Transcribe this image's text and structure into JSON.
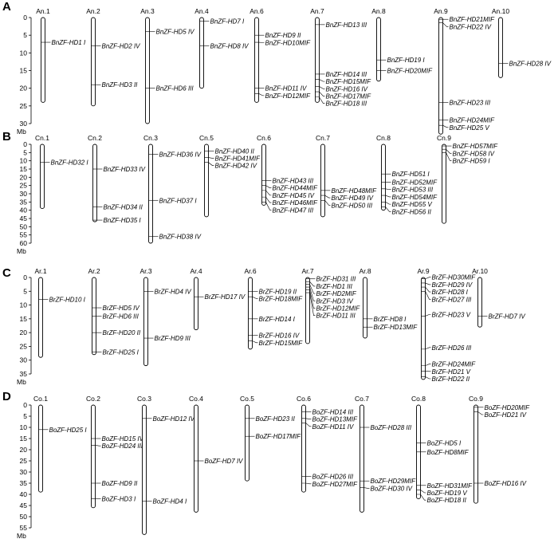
{
  "chart_data": [
    {
      "type": "diagram",
      "panel": "A",
      "axis_unit": "Mb",
      "ticks": [
        0,
        5,
        10,
        15,
        20,
        25,
        30
      ],
      "chromosomes": [
        {
          "name": "An.1",
          "length": 24,
          "genes": [
            {
              "name": "BnZF-HD1 I",
              "pos": 7
            }
          ]
        },
        {
          "name": "An.2",
          "length": 25,
          "genes": [
            {
              "name": "BnZF-HD2 IV",
              "pos": 8
            },
            {
              "name": "BnZF-HD3 II",
              "pos": 19
            }
          ]
        },
        {
          "name": "An.3",
          "length": 30,
          "genes": [
            {
              "name": "BnZF-HD5 IV",
              "pos": 4
            },
            {
              "name": "BnZF-HD6 III",
              "pos": 20
            }
          ]
        },
        {
          "name": "An.4",
          "length": 20,
          "genes": [
            {
              "name": "BnZF-HD7 I",
              "pos": 1
            },
            {
              "name": "BnZF-HD8 IV",
              "pos": 8
            }
          ]
        },
        {
          "name": "An.6",
          "length": 24,
          "genes": [
            {
              "name": "BnZF-HD9 II",
              "pos": 5
            },
            {
              "name": "BnZF-HD10MIF",
              "pos": 7
            },
            {
              "name": "BnZF-HD11 IV",
              "pos": 20
            },
            {
              "name": "BnZF-HD12MIF",
              "pos": 21.5
            }
          ]
        },
        {
          "name": "An.7",
          "length": 24,
          "genes": [
            {
              "name": "BnZF-HD13 III",
              "pos": 2
            },
            {
              "name": "BnZF-HD14 III",
              "pos": 16
            },
            {
              "name": "BnZF-HD15MIF",
              "pos": 17.5
            },
            {
              "name": "BnZF-HD16 IV",
              "pos": 19.5
            },
            {
              "name": "BnZF-HD17MIF",
              "pos": 21
            },
            {
              "name": "BnZF-HD18 III",
              "pos": 22.5
            }
          ]
        },
        {
          "name": "An.8",
          "length": 18,
          "genes": [
            {
              "name": "BnZF-HD19 I",
              "pos": 12
            },
            {
              "name": "BnZF-HD20MIF",
              "pos": 15
            }
          ]
        },
        {
          "name": "An.9",
          "length": 33,
          "genes": [
            {
              "name": "BnZF-HD21MIF",
              "pos": 0.5
            },
            {
              "name": "BnZF-HD22 IV",
              "pos": 1.5
            },
            {
              "name": "BnZF-HD23 III",
              "pos": 24
            },
            {
              "name": "BnZF-HD24MIF",
              "pos": 29
            },
            {
              "name": "BnZF-HD25 V",
              "pos": 30.5
            }
          ]
        },
        {
          "name": "An.10",
          "length": 17,
          "genes": [
            {
              "name": "BnZF-HD28 IV",
              "pos": 13
            }
          ]
        }
      ]
    },
    {
      "type": "diagram",
      "panel": "B",
      "axis_unit": "Mb",
      "ticks": [
        0,
        5,
        10,
        15,
        20,
        25,
        30,
        35,
        40,
        45,
        50,
        55,
        60
      ],
      "chromosomes": [
        {
          "name": "Cn.1",
          "length": 39,
          "genes": [
            {
              "name": "BnZF-HD32 I",
              "pos": 11
            }
          ]
        },
        {
          "name": "Cn.2",
          "length": 47,
          "genes": [
            {
              "name": "BnZF-HD33 IV",
              "pos": 15
            },
            {
              "name": "BnZF-HD34 II",
              "pos": 38
            },
            {
              "name": "BnZF-HD35 I",
              "pos": 46
            }
          ]
        },
        {
          "name": "Cn.3",
          "length": 60,
          "genes": [
            {
              "name": "BnZF-HD36 IV",
              "pos": 6
            },
            {
              "name": "BnZF-HD37 I",
              "pos": 34
            },
            {
              "name": "BnZF-HD38 IV",
              "pos": 56
            }
          ]
        },
        {
          "name": "Cn.5",
          "length": 44,
          "genes": [
            {
              "name": "BnZF-HD40 II",
              "pos": 4
            },
            {
              "name": "BnZF-HD41MIF",
              "pos": 8
            },
            {
              "name": "BnZF-HD42 IV",
              "pos": 11
            }
          ]
        },
        {
          "name": "Cn.6",
          "length": 37,
          "genes": [
            {
              "name": "BnZF-HD43 III",
              "pos": 22
            },
            {
              "name": "BnZF-HD44MIF",
              "pos": 25
            },
            {
              "name": "BnZF-HD45 IV",
              "pos": 28
            },
            {
              "name": "BnZF-HD46MIF",
              "pos": 32
            },
            {
              "name": "BnZF-HD47 III",
              "pos": 35
            }
          ]
        },
        {
          "name": "Cn.7",
          "length": 44,
          "genes": [
            {
              "name": "BnZF-HD48MIF",
              "pos": 28
            },
            {
              "name": "BnZF-HD49 IV",
              "pos": 31
            },
            {
              "name": "BnZF-HD50 III",
              "pos": 34
            }
          ]
        },
        {
          "name": "Cn.8",
          "length": 40,
          "genes": [
            {
              "name": "BnZF-HD51 I",
              "pos": 18
            },
            {
              "name": "BnZF-HD52MIF",
              "pos": 23
            },
            {
              "name": "BnZF-HD53 III",
              "pos": 27
            },
            {
              "name": "BnZF-HD54MIF",
              "pos": 31
            },
            {
              "name": "BnZF-HD55 V",
              "pos": 35
            },
            {
              "name": "BnZF-HD56 II",
              "pos": 38
            }
          ]
        },
        {
          "name": "Cn.9",
          "length": 48,
          "genes": [
            {
              "name": "BnZF-HD57MIF",
              "pos": 1
            },
            {
              "name": "BnZF-HD58 IV",
              "pos": 3
            },
            {
              "name": "BnZF-HD59 I",
              "pos": 5
            }
          ]
        }
      ]
    },
    {
      "type": "diagram",
      "panel": "C",
      "axis_unit": "Mb",
      "ticks": [
        0,
        5,
        10,
        15,
        20,
        25,
        30,
        35
      ],
      "chromosomes": [
        {
          "name": "Ar.1",
          "length": 29,
          "genes": [
            {
              "name": "BrZF-HD10 I",
              "pos": 8
            }
          ]
        },
        {
          "name": "Ar.2",
          "length": 28,
          "genes": [
            {
              "name": "BrZF-HD5 IV",
              "pos": 11
            },
            {
              "name": "BrZF-HD6 III",
              "pos": 14
            },
            {
              "name": "BrZF-HD20 II",
              "pos": 20
            },
            {
              "name": "BrZF-HD25 I",
              "pos": 27
            }
          ]
        },
        {
          "name": "Ar.3",
          "length": 32,
          "genes": [
            {
              "name": "BrZF-HD4 IV",
              "pos": 5
            },
            {
              "name": "BrZF-HD9 III",
              "pos": 22
            }
          ]
        },
        {
          "name": "Ar.4",
          "length": 19,
          "genes": [
            {
              "name": "BrZF-HD17 IV",
              "pos": 7
            }
          ]
        },
        {
          "name": "Ar.6",
          "length": 26,
          "genes": [
            {
              "name": "BrZF-HD19 II",
              "pos": 5
            },
            {
              "name": "BrZF-HD18MIF",
              "pos": 7
            },
            {
              "name": "BrZF-HD14 I",
              "pos": 15
            },
            {
              "name": "BrZF-HD16 IV",
              "pos": 21
            },
            {
              "name": "BrZF-HD15MIF",
              "pos": 23
            }
          ]
        },
        {
          "name": "Ar.7",
          "length": 24,
          "genes": [
            {
              "name": "BrZF-HD31 III",
              "pos": 0.5
            },
            {
              "name": "BrZF-HD1 III",
              "pos": 1.5
            },
            {
              "name": "BrZF-HD2MIF",
              "pos": 2.5
            },
            {
              "name": "BrZF-HD3 IV",
              "pos": 3.5
            },
            {
              "name": "BrZF-HD12MIF",
              "pos": 4.5
            },
            {
              "name": "BrZF-HD11 III",
              "pos": 5.5
            }
          ]
        },
        {
          "name": "Ar.8",
          "length": 22,
          "genes": [
            {
              "name": "BrZF-HD8 I",
              "pos": 15
            },
            {
              "name": "BrZF-HD13MIF",
              "pos": 18
            }
          ]
        },
        {
          "name": "Ar.9",
          "length": 37,
          "genes": [
            {
              "name": "BrZF-HD30MIF",
              "pos": 0.5
            },
            {
              "name": "BrZF-HD29 IV",
              "pos": 2
            },
            {
              "name": "BrZF-HD28 I",
              "pos": 3.5
            },
            {
              "name": "BrZF-HD27 III",
              "pos": 5
            },
            {
              "name": "BrZF-HD23 V",
              "pos": 14
            },
            {
              "name": "BrZF-HD26 III",
              "pos": 26
            },
            {
              "name": "BrZF-HD24MIF",
              "pos": 32
            },
            {
              "name": "BrZF-HD21 V",
              "pos": 34
            },
            {
              "name": "BrZF-HD22 II",
              "pos": 36
            }
          ]
        },
        {
          "name": "Ar.10",
          "length": 18,
          "genes": [
            {
              "name": "BrZF-HD7 IV",
              "pos": 14
            }
          ]
        }
      ]
    },
    {
      "type": "diagram",
      "panel": "D",
      "axis_unit": "Mb",
      "ticks": [
        0,
        5,
        10,
        15,
        20,
        25,
        30,
        35,
        40,
        45,
        50,
        55
      ],
      "chromosomes": [
        {
          "name": "Co.1",
          "length": 39,
          "genes": [
            {
              "name": "BoZF-HD25 I",
              "pos": 11
            }
          ]
        },
        {
          "name": "Co.2",
          "length": 46,
          "genes": [
            {
              "name": "BoZF-HD15 IV",
              "pos": 15
            },
            {
              "name": "BoZF-HD24 III",
              "pos": 18
            },
            {
              "name": "BoZF-HD9 II",
              "pos": 35
            },
            {
              "name": "BoZF-HD3 I",
              "pos": 42
            }
          ]
        },
        {
          "name": "Co.3",
          "length": 58,
          "genes": [
            {
              "name": "BoZF-HD12 IV",
              "pos": 6
            },
            {
              "name": "BoZF-HD4 I",
              "pos": 43
            }
          ]
        },
        {
          "name": "Co.4",
          "length": 48,
          "genes": [
            {
              "name": "BoZF-HD7 IV",
              "pos": 25
            }
          ]
        },
        {
          "name": "Co.5",
          "length": 34,
          "genes": [
            {
              "name": "BoZF-HD23 II",
              "pos": 6
            },
            {
              "name": "BoZF-HD17MIF",
              "pos": 14
            }
          ]
        },
        {
          "name": "Co.6",
          "length": 39,
          "genes": [
            {
              "name": "BoZF-HD14 III",
              "pos": 3
            },
            {
              "name": "BoZF-HD13MIF",
              "pos": 6
            },
            {
              "name": "BoZF-HD11 IV",
              "pos": 8
            },
            {
              "name": "BoZF-HD26 III",
              "pos": 32
            },
            {
              "name": "BoZF-HD27MIF",
              "pos": 35
            }
          ]
        },
        {
          "name": "Co.7",
          "length": 48,
          "genes": [
            {
              "name": "BoZF-HD28 III",
              "pos": 10
            },
            {
              "name": "BoZF-HD29MIF",
              "pos": 34
            },
            {
              "name": "BoZF-HD30 IV",
              "pos": 37
            }
          ]
        },
        {
          "name": "Co.8",
          "length": 42,
          "genes": [
            {
              "name": "BoZF-HD5 I",
              "pos": 17
            },
            {
              "name": "BoZF-HD8MIF",
              "pos": 21
            },
            {
              "name": "BoZF-HD31MIF",
              "pos": 36
            },
            {
              "name": "BoZF-HD19 V",
              "pos": 38
            },
            {
              "name": "BoZF-HD18 II",
              "pos": 40
            }
          ]
        },
        {
          "name": "Co.9",
          "length": 44,
          "genes": [
            {
              "name": "BoZF-HD20MIF",
              "pos": 1
            },
            {
              "name": "BoZF-HD21 IV",
              "pos": 3
            },
            {
              "name": "BoZF-HD16 IV",
              "pos": 35
            }
          ]
        }
      ]
    }
  ]
}
